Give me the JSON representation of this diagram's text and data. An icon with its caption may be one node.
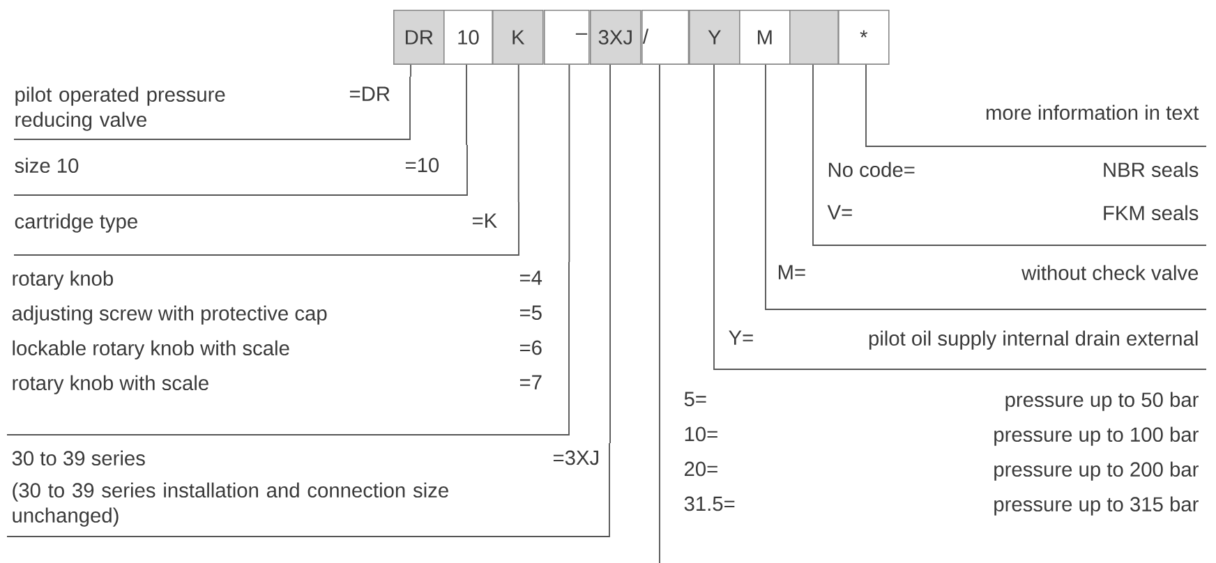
{
  "diagram": {
    "nodes": [
      {
        "text": [
          "DR"
        ]
      },
      {
        "text": [
          "10"
        ]
      },
      {
        "text": [
          "K"
        ]
      },
      {
        "text": [],
        "shape": "box"
      },
      {
        "text": [
          "3XJ"
        ]
      },
      {
        "text": [],
        "shape": "box"
      },
      {
        "text": [
          "Y"
        ]
      },
      {
        "text": [
          "M"
        ]
      },
      {
        "text": [],
        "shape": "box"
      },
      {
        "text": [
          "*"
        ]
      },
      {
        "text": [
          "pilot operated pressure reducing valve",
          "=DR"
        ]
      },
      {
        "text": [
          "size 10",
          "=10"
        ]
      },
      {
        "text": [
          "cartridge type",
          "=K"
        ]
      },
      {
        "text": [
          "rotary knob",
          "=4",
          "adjusting screw with protective cap",
          "=5",
          "lockable rotary knob with scale",
          "=6",
          "rotary knob with scale",
          "=7"
        ]
      },
      {
        "text": [
          "30 to 39 series",
          "=3XJ",
          "(30 to 39 series installation and connection size unchanged)"
        ]
      },
      {
        "text": [
          "more information in text"
        ]
      },
      {
        "text": [
          "No code=",
          "NBR seals",
          "V=",
          "FKM seals"
        ]
      },
      {
        "text": [
          "M=",
          "without check valve"
        ]
      },
      {
        "text": [
          "Y=",
          "pilot oil supply internal drain external"
        ]
      },
      {
        "text": [
          "5=",
          "pressure up to 50 bar",
          "10=",
          "pressure up to 100 bar",
          "20=",
          "pressure up to 200 bar",
          "31.5=",
          "pressure up to 315 bar"
        ]
      }
    ],
    "edges": [
      {
        "from": 0,
        "to": 10,
        "arrow": "none"
      },
      {
        "from": 1,
        "to": 11,
        "arrow": "none"
      },
      {
        "from": 2,
        "to": 12,
        "arrow": "none"
      },
      {
        "from": 3,
        "to": 13,
        "arrow": "none"
      },
      {
        "from": 4,
        "to": 14,
        "arrow": "none"
      },
      {
        "from": 9,
        "to": 15,
        "arrow": "none"
      },
      {
        "from": 8,
        "to": 16,
        "arrow": "none"
      },
      {
        "from": 7,
        "to": 17,
        "arrow": "none"
      },
      {
        "from": 6,
        "to": 18,
        "arrow": "none"
      },
      {
        "from": 5,
        "to": 19,
        "arrow": "none"
      }
    ],
    "labels": [
      "–",
      "/"
    ]
  }
}
